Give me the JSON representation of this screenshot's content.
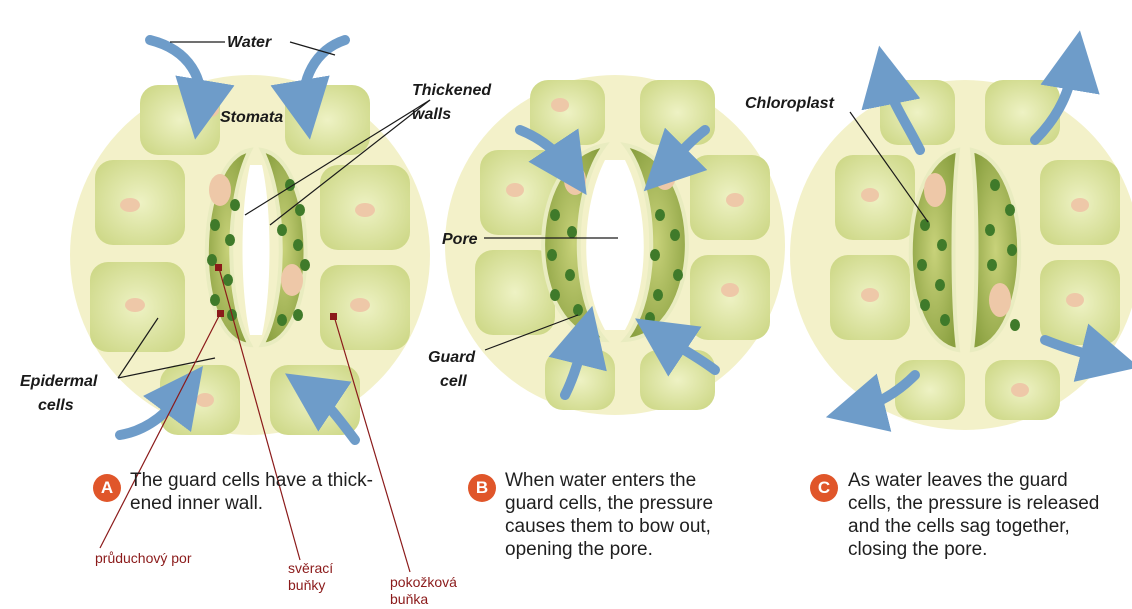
{
  "labels": {
    "water": "Water",
    "stomata": "Stomata",
    "thickened_walls": [
      "Thickened",
      "walls"
    ],
    "epidermal_cells": [
      "Epidermal",
      "cells"
    ],
    "pore": "Pore",
    "guard_cell": [
      "Guard",
      "cell"
    ],
    "chloroplast": "Chloroplast"
  },
  "panels": [
    {
      "badge": "A",
      "caption": [
        "The guard cells have a thick-",
        "ened inner wall."
      ]
    },
    {
      "badge": "B",
      "caption": [
        "When water enters the",
        "guard cells, the pressure",
        "causes them to bow out,",
        "opening the pore."
      ]
    },
    {
      "badge": "C",
      "caption": [
        "As water leaves the guard",
        "cells, the pressure is released",
        "and the cells sag together,",
        "closing the pore."
      ]
    }
  ],
  "czech_labels": {
    "pore": "průduchový por",
    "guard_cells": [
      "svěrací",
      "buňky"
    ],
    "epidermal_cell": [
      "pokožková",
      "buňka"
    ]
  },
  "colors": {
    "cell_fill": "#dfe6a6",
    "cell_wall": "#f3f1c9",
    "guard_cell": "#9fb04a",
    "chloroplast": "#3f7a2a",
    "nucleus": "#eec8a8",
    "arrow": "#6e9cc9",
    "badge": "#e0562a",
    "annotation": "#8b1a1a"
  }
}
